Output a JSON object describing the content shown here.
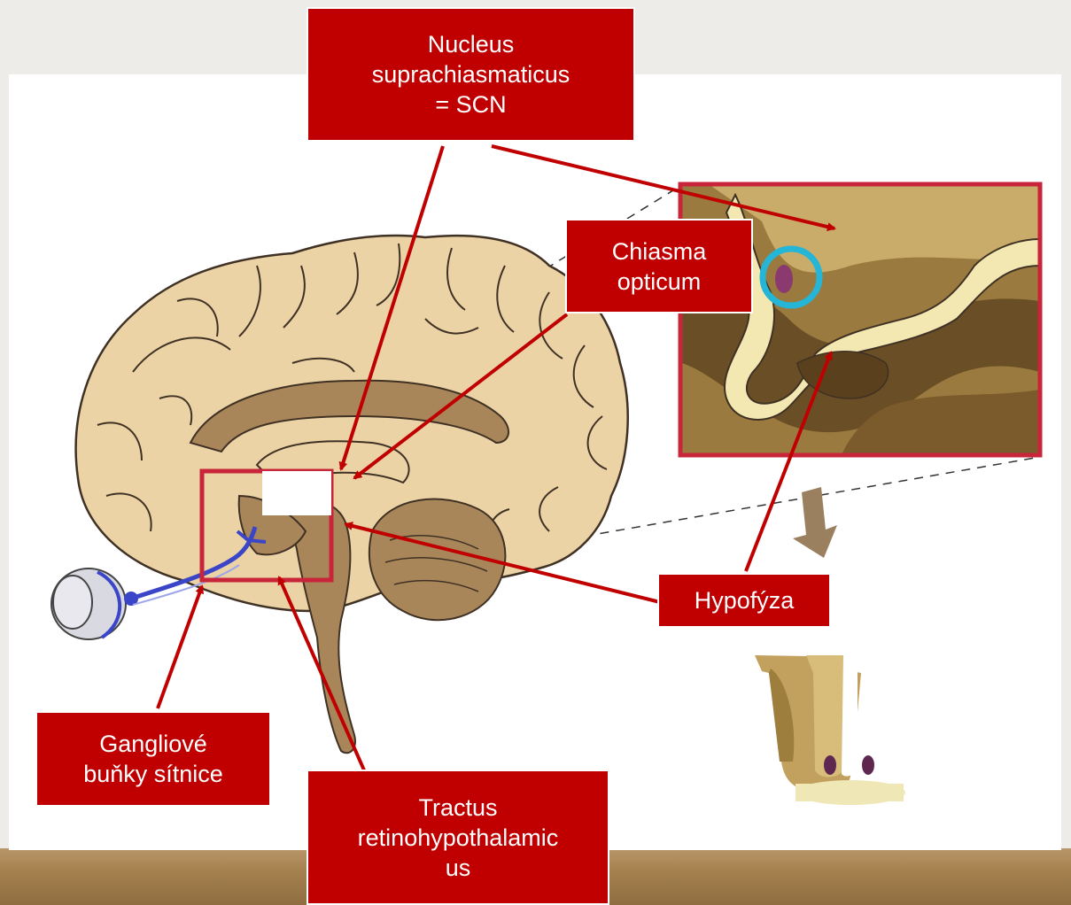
{
  "labels": {
    "scn": "Nucleus\nsuprachiasmaticus\n= SCN",
    "chiasma": "Chiasma\nopticum",
    "hypofyza": "Hypofýza",
    "ganglion": "Gangliové\nbuňky sítnice",
    "tractus": "Tractus\nretinohypothalamic\nus"
  },
  "colors": {
    "label_bg": "#c00000",
    "arrow": "#c00000",
    "brain_light": "#ecd3a6",
    "brain_dark": "#a9865a",
    "highlight_box": "#c8253a",
    "scn_circle": "#25b5d6",
    "nerve": "#3a45c8"
  }
}
